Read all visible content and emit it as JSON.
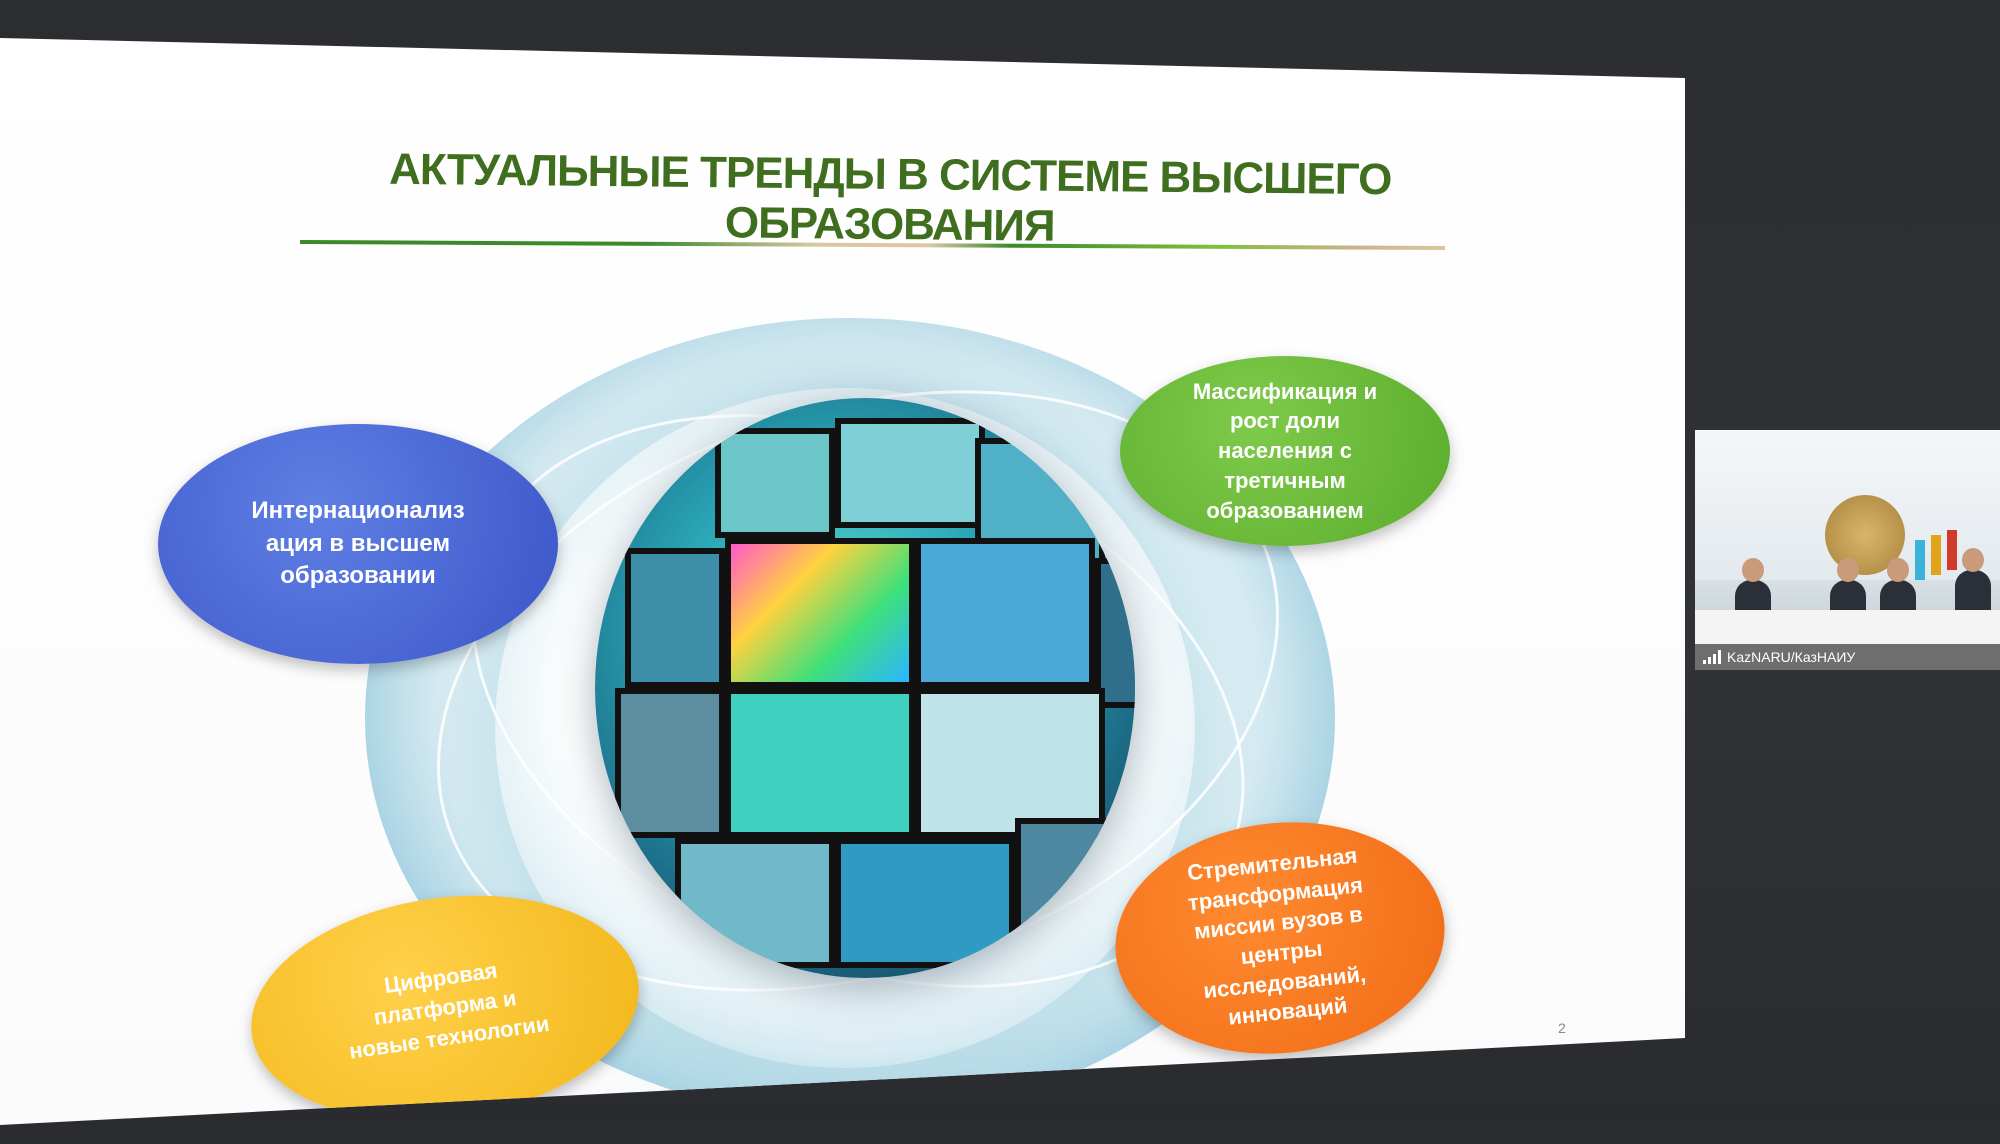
{
  "slide": {
    "title": "АКТУАЛЬНЫЕ ТРЕНДЫ В СИСТЕМЕ ВЫСШЕГО ОБРАЗОВАНИЯ",
    "page_number": "2",
    "bubbles": {
      "internationalization": "Интернационализ\nация в высшем\nобразовании",
      "massification": "Массификация и\nрост доли\nнаселения с\nтретичным\nобразованием",
      "transformation": "Стремительная\nтрансформация\nмиссии вузов в\nцентры\nисследований,\nинноваций",
      "digital": "Цифровая\nплатформа и\nновые технологии"
    },
    "colors": {
      "title": "#3f6e1f",
      "blue_bubble": "#3a55c8",
      "green_bubble": "#5aab2c",
      "orange_bubble": "#f06a14",
      "yellow_bubble": "#f2b719"
    }
  },
  "video_tile": {
    "participant_label": "KazNARU/КазНАИУ",
    "icon": "signal-strength-icon"
  }
}
